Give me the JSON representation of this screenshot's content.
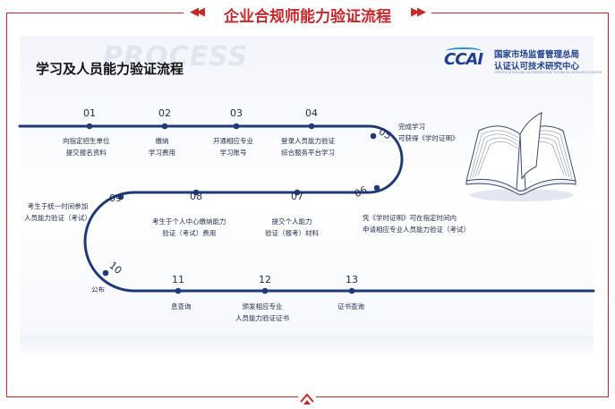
{
  "banner": {
    "title": "企业合规师能力验证流程",
    "arrows_left": "◀◀",
    "arrows_right": "▶▶"
  },
  "heading": "学习及人员能力验证流程",
  "watermark": "PROCESS",
  "logo": {
    "mark": "CCAI",
    "line1": "国家市场监督管理总局",
    "line2": "认证认可技术研究中心",
    "line3": "CERTIFICATION AND ACCREDITATION TECHNICAL RESEARCH CENTER"
  },
  "steps": [
    {
      "num": "01",
      "lines": [
        "向指定招生单位",
        "提交报名资料"
      ]
    },
    {
      "num": "02",
      "lines": [
        "缴纳",
        "学习费用"
      ]
    },
    {
      "num": "03",
      "lines": [
        "开通相应专业",
        "学习账号"
      ]
    },
    {
      "num": "04",
      "lines": [
        "登录人员能力验证",
        "综合服务平台学习"
      ]
    },
    {
      "num": "05",
      "lines": [
        "完成学习",
        "可获得《学时证明》"
      ]
    },
    {
      "num": "06",
      "lines": [
        "凭《学时证明》可在指定时间内",
        "申请相应专业人员能力验证（考试）"
      ]
    },
    {
      "num": "07",
      "lines": [
        "提交个人能力",
        "验证（报考）材料"
      ]
    },
    {
      "num": "08",
      "lines": [
        "考生于个人中心缴纳能力",
        "验证（考试）费用"
      ]
    },
    {
      "num": "09",
      "lines": [
        "考生于统一时间参加",
        "人员能力验证（考试）"
      ]
    },
    {
      "num": "10",
      "lines": [
        "公布"
      ]
    },
    {
      "num": "11",
      "lines": [
        "息查询"
      ]
    },
    {
      "num": "12",
      "lines": [
        "颁发相应专业",
        "人员能力验证证书"
      ]
    },
    {
      "num": "13",
      "lines": [
        "证书查询"
      ]
    }
  ],
  "colors": {
    "accent": "#c8282a",
    "flow": "#1f3a78",
    "text": "#1e2a4a"
  }
}
